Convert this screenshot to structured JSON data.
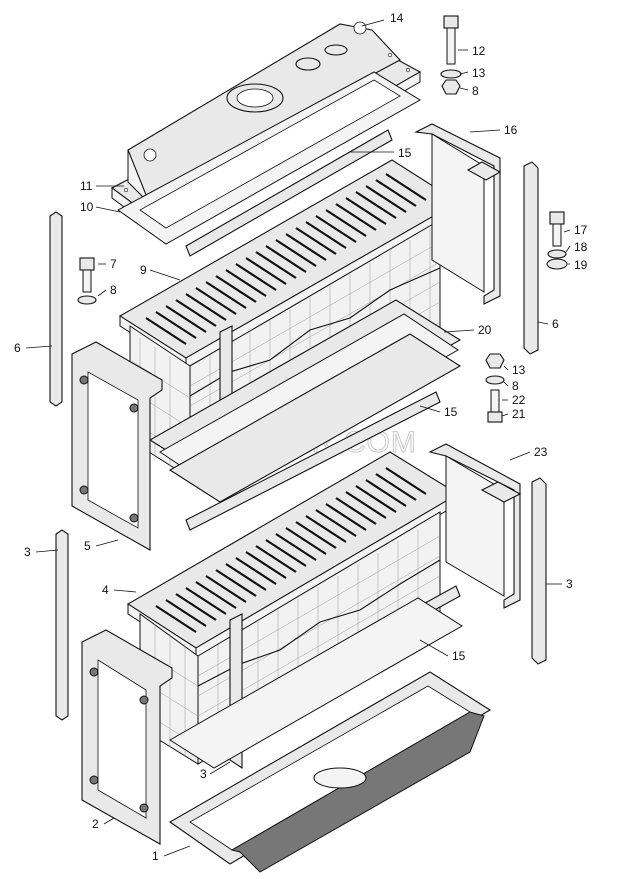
{
  "watermark": "SPECSERVER.COM",
  "callouts": {
    "c14": "14",
    "c12": "12",
    "c13a": "13",
    "c8a": "8",
    "c16": "16",
    "c15a": "15",
    "c11": "11",
    "c10": "10",
    "c17": "17",
    "c18": "18",
    "c19": "19",
    "c9": "9",
    "c7": "7",
    "c8b": "8",
    "c6a": "6",
    "c6b": "6",
    "c20": "20",
    "c13b": "13",
    "c8c": "8",
    "c22": "22",
    "c21": "21",
    "c15b": "15",
    "c23": "23",
    "c3a": "3",
    "c5": "5",
    "c4": "4",
    "c3b": "3",
    "c15c": "15",
    "c3c": "3",
    "c2": "2",
    "c1": "1"
  }
}
